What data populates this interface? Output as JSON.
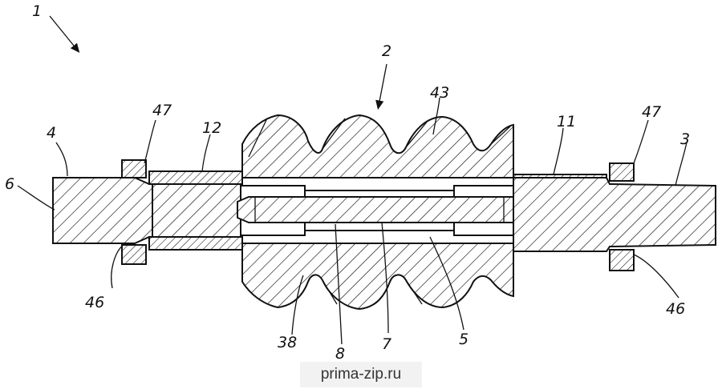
{
  "labels": {
    "assembly": "1",
    "rotor": "2",
    "shaft_right": "3",
    "shaft_left": "4",
    "bore_right": "5",
    "end_left": "6",
    "tie_rod": "7",
    "bore_left": "8",
    "sleeve_right": "11",
    "sleeve_left": "12",
    "groove": "38",
    "thread": "43",
    "seal_lower_left": "46",
    "seal_lower_right": "46",
    "ring_upper_left": "47",
    "ring_upper_right": "47"
  },
  "watermark": "prima-zip.ru"
}
